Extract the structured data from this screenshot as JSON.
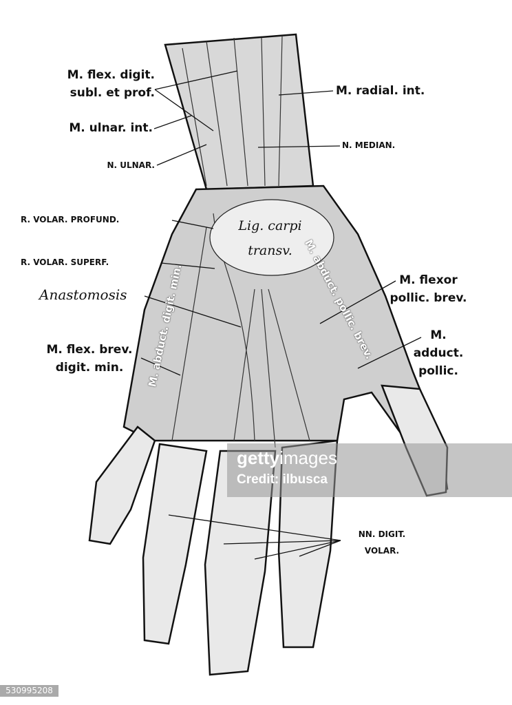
{
  "labels": {
    "flex_digit_1": "M. flex. digit.",
    "flex_digit_2": "subl. et prof.",
    "radial_int": "M. radial. int.",
    "ulnar_int": "M. ulnar. int.",
    "n_median": "N. MEDIAN.",
    "n_ulnar": "N. ULNAR.",
    "volar_profund": "R. VOLAR. PROFUND.",
    "lig_carpi_1": "Lig. carpi",
    "lig_carpi_2": "transv.",
    "abduct_pollic": "M. abduct. pollic. brev.",
    "volar_superf": "R. VOLAR. SUPERF.",
    "abduct_digit": "M. abduct. digit. min.",
    "anastomosis": "Anastomosis",
    "flexor_pollic_1": "M. flexor",
    "flexor_pollic_2": "pollic. brev.",
    "adduct_pollic_1": "M.",
    "adduct_pollic_2": "adduct.",
    "adduct_pollic_3": "pollic.",
    "flex_brev_1": "M. flex. brev.",
    "flex_brev_2": "digit. min.",
    "nn_digit_1": "NN. DIGIT.",
    "nn_digit_2": "VOLAR."
  },
  "watermark": {
    "brand_bold": "getty",
    "brand_light": "images",
    "credit": "Credit: ilbusca"
  },
  "image_id": "530995208"
}
